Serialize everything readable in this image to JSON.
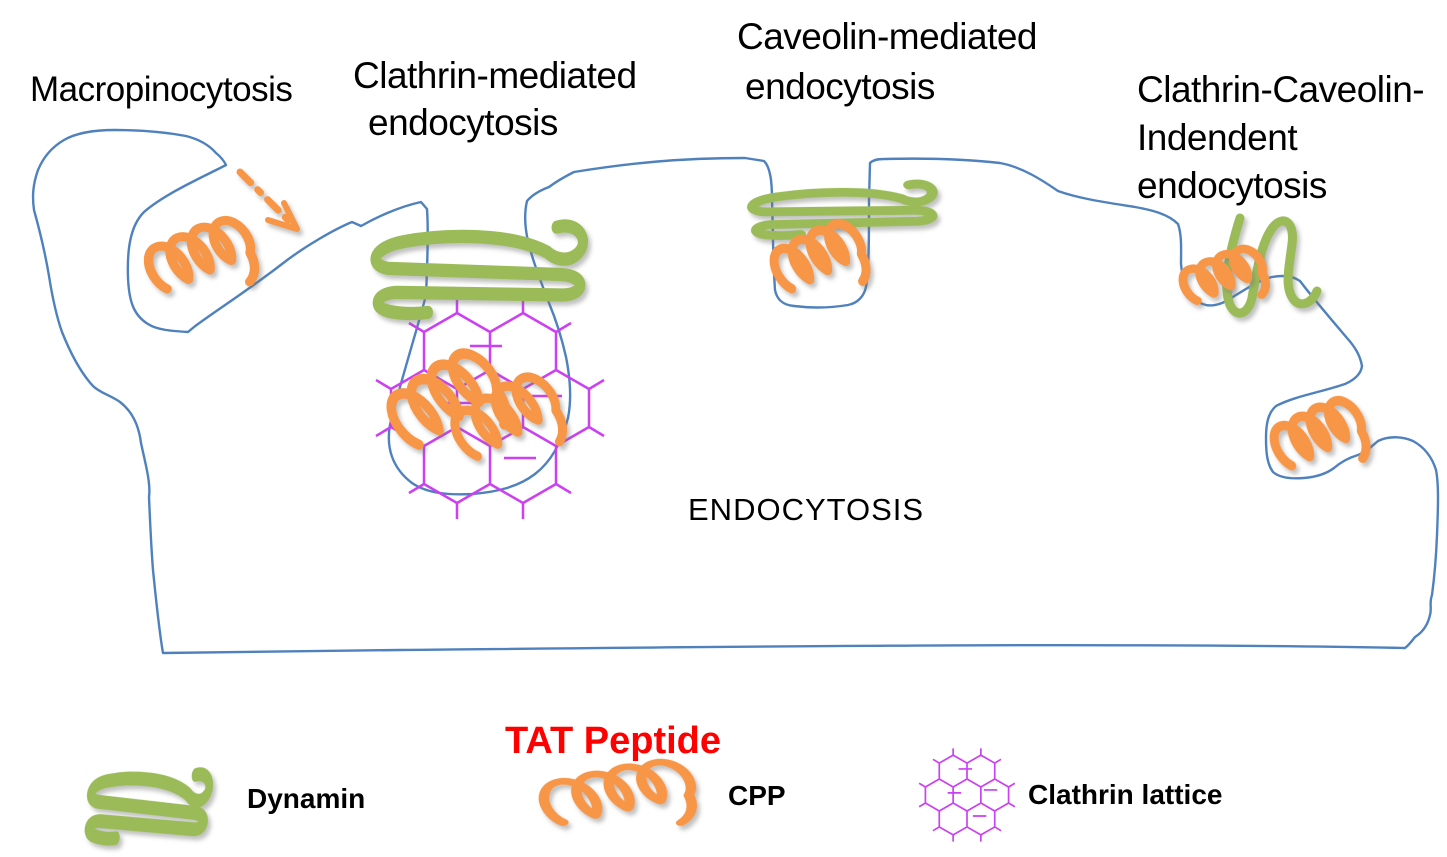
{
  "figure": {
    "pathway_labels": {
      "macropinocytosis": "Macropinocytosis",
      "clathrin_mediated_line1": "Clathrin-mediated",
      "clathrin_mediated_line2": "endocytosis",
      "caveolin_mediated_line1": "Caveolin-mediated",
      "caveolin_mediated_line2": "endocytosis",
      "independent_line1": "Clathrin-Caveolin-",
      "independent_line2": "Indendent",
      "independent_line3": "endocytosis"
    },
    "center_label": "ENDOCYTOSIS"
  },
  "legend": {
    "dynamin_label": "Dynamin",
    "tat_peptide_label": "TAT Peptide",
    "cpp_label": "CPP",
    "clathrin_lattice_label": "Clathrin lattice"
  },
  "colors": {
    "membrane_blue": "#4F81BD",
    "dynamin_green": "#9BBB59",
    "cpp_orange": "#F79646",
    "clathrin_purple": "#CC3FF2",
    "tat_red": "#FE0000",
    "text_black": "#000000"
  }
}
